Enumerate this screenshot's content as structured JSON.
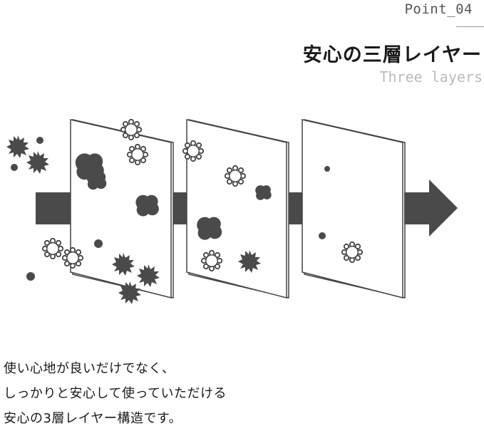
{
  "header": {
    "point_label": "Point_04",
    "title": "安心の三層レイヤー",
    "subtitle": "Three layers"
  },
  "diagram": {
    "layer_count": 3,
    "colors": {
      "shape": "#4a4a4a",
      "panel_stroke": "#444444",
      "background": "#ffffff"
    }
  },
  "description": {
    "lines": [
      "使い心地が良いだけでなく、",
      "しっかりと安心して使っていただける",
      "安心の3層レイヤー構造です。"
    ]
  }
}
